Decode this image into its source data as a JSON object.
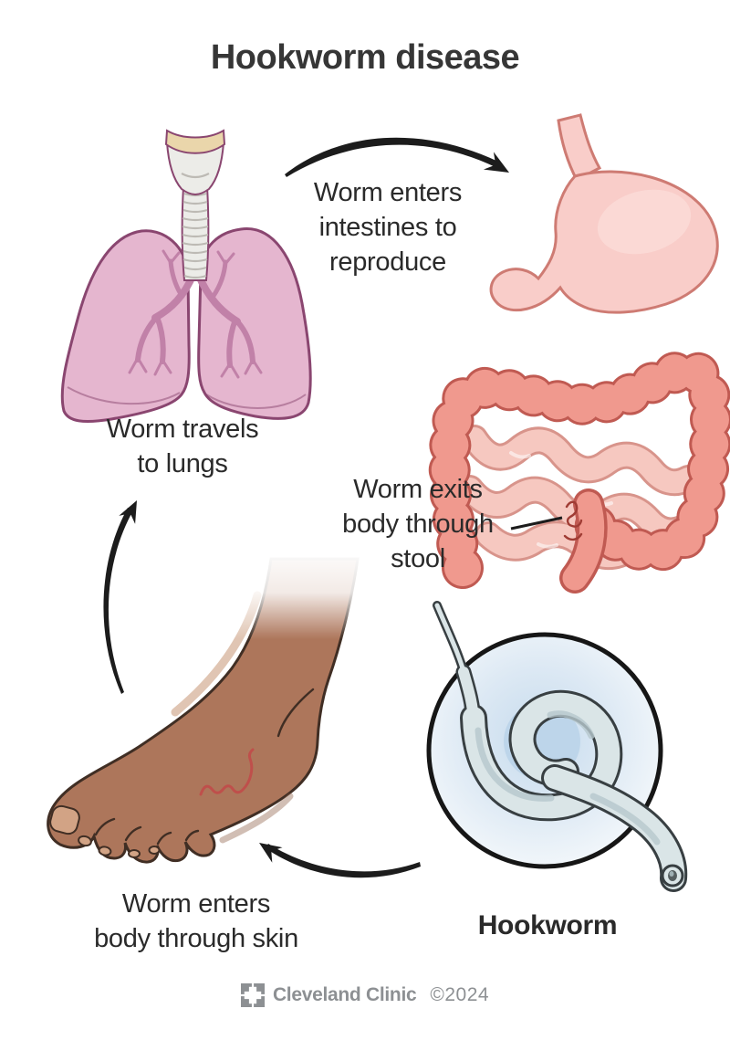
{
  "title": "Hookworm disease",
  "cycle_labels": {
    "enter_intestines": "Worm enters\nintestines to\nreproduce",
    "travel_lungs": "Worm travels\nto lungs",
    "exit_stool": "Worm exits\nbody through\nstool",
    "enter_skin": "Worm enters\nbody through skin",
    "organism_name": "Hookworm"
  },
  "footer": {
    "brand": "Cleveland Clinic",
    "copyright": "©2024",
    "logo": "cleveland-clinic-square-cross-logo"
  },
  "illustrations": {
    "lungs": "pink lungs with trachea and bronchial tree",
    "intestines": "stomach with large and small intestines, worm exiting rectum",
    "foot": "bare foot with red worm track under skin",
    "hookworm": "hookworm coiled inside magnifier circle"
  },
  "arrows": [
    "lungs-to-intestines",
    "foot-to-lungs",
    "hookworm-to-foot"
  ],
  "colors": {
    "text": "#2a2a2a",
    "arrow": "#1c1c1c",
    "lung_fill": "#e5b6cf",
    "lung_outline": "#8a4670",
    "bronchi": "#c181a8",
    "trachea_fill": "#ecece8",
    "larynx_cream": "#ead6ab",
    "stomach_fill": "#f9cdc9",
    "colon_fill": "#f0998e",
    "colon_outline": "#c05a52",
    "small_intestine_fill": "#f6c8c0",
    "small_intestine_outline": "#d8948b",
    "skin": "#ad765b",
    "skin_outline": "#402e24",
    "worm_track_red": "#bf4f4b",
    "hookworm_body": "#dae5e7",
    "hookworm_outline": "#383f42",
    "magnifier_blue": "#c6dbed",
    "footer_gray": "#8d9093"
  }
}
